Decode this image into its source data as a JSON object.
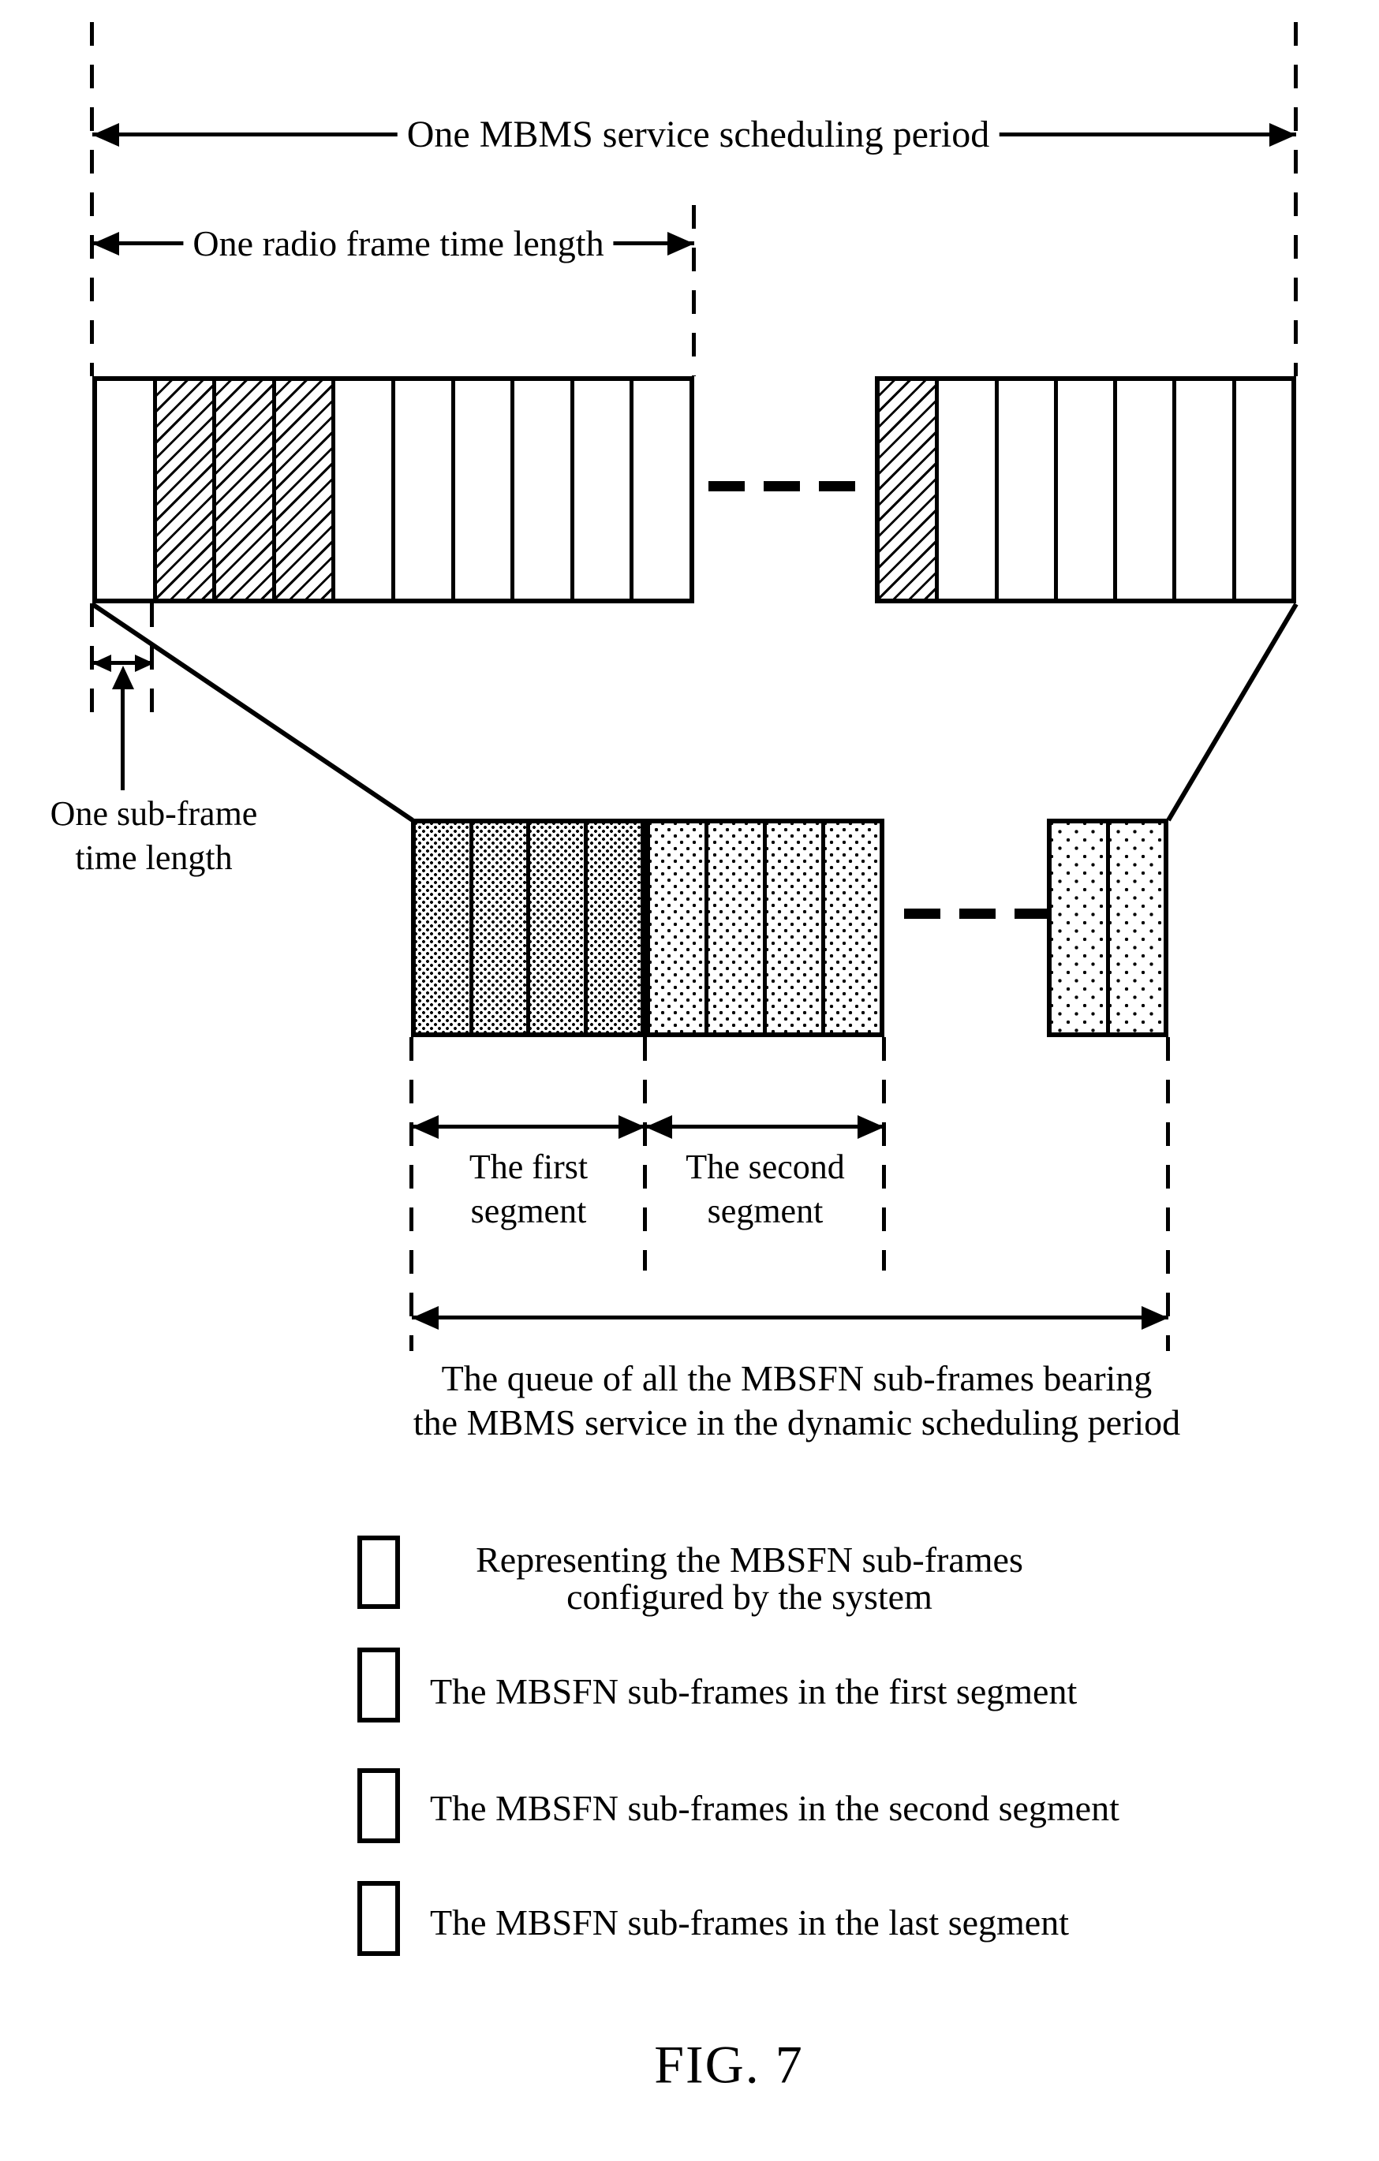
{
  "figure": {
    "caption": "FIG. 7",
    "labels": {
      "scheduling_period": "One MBMS service scheduling period",
      "radio_frame": "One radio frame time length",
      "subframe_line1": "One sub-frame",
      "subframe_line2": "time length",
      "first_segment_line1": "The first",
      "first_segment_line2": "segment",
      "second_segment_line1": "The second",
      "second_segment_line2": "segment",
      "queue_line1": "The queue of all the MBSFN sub-frames bearing",
      "queue_line2": "the MBMS service in the dynamic scheduling period"
    },
    "rows": {
      "radio_frame_left_cells": [
        "plain",
        "hatch",
        "hatch",
        "hatch",
        "plain",
        "plain",
        "plain",
        "plain",
        "plain",
        "plain"
      ],
      "radio_frame_right_cells": [
        "hatch",
        "plain",
        "plain",
        "plain",
        "plain",
        "plain",
        "plain"
      ],
      "first_segment_cells": [
        "dense",
        "dense",
        "dense",
        "dense"
      ],
      "second_segment_cells": [
        "medium",
        "medium",
        "medium",
        "medium"
      ],
      "last_segment_cells": [
        "sparse",
        "sparse"
      ]
    },
    "legend": [
      {
        "pattern": "hatch",
        "line1": "Representing the MBSFN sub-frames",
        "line2": "configured by the system"
      },
      {
        "pattern": "dense",
        "line1": "The MBSFN sub-frames in the first segment",
        "line2": ""
      },
      {
        "pattern": "medium",
        "line1": "The MBSFN sub-frames in the second segment",
        "line2": ""
      },
      {
        "pattern": "sparse",
        "line1": "The MBSFN sub-frames in the last segment",
        "line2": ""
      }
    ],
    "colors": {
      "ink": "#000000",
      "paper": "#ffffff"
    }
  }
}
